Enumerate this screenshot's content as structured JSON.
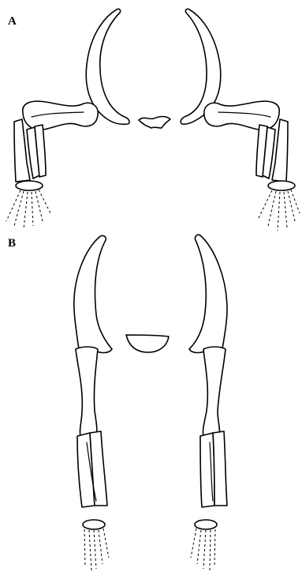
{
  "figure": {
    "panels": [
      {
        "id": "A",
        "label": "A"
      },
      {
        "id": "B",
        "label": "B"
      }
    ]
  },
  "colors": {
    "background": "#ffffff",
    "ink": "#000000"
  }
}
